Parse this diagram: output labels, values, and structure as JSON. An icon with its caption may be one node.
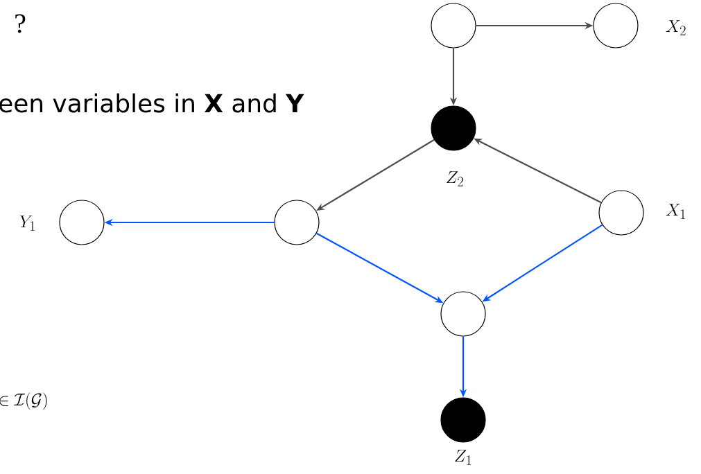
{
  "diagram": {
    "nodes": [
      {
        "text": [],
        "shape": "circle"
      },
      {
        "text": [],
        "shape": "circle",
        "beside": [
          "X_2"
        ]
      },
      {
        "text": [],
        "shape": "disk",
        "beside": [
          "Z_2"
        ]
      },
      {
        "text": [],
        "shape": "circle",
        "beside": [
          "Y_1"
        ]
      },
      {
        "text": [],
        "shape": "circle"
      },
      {
        "text": [],
        "shape": "circle",
        "beside": [
          "X_1"
        ]
      },
      {
        "text": [],
        "shape": "circle"
      },
      {
        "text": [],
        "shape": "disk",
        "beside": [
          "Z_1"
        ]
      }
    ],
    "edges": [
      {
        "from": 0,
        "to": 1,
        "arrow": "to",
        "color": "#4d4d4d"
      },
      {
        "from": 0,
        "to": 2,
        "arrow": "to",
        "color": "#4d4d4d"
      },
      {
        "from": 5,
        "to": 2,
        "arrow": "to",
        "color": "#4d4d4d"
      },
      {
        "from": 2,
        "to": 4,
        "arrow": "to",
        "color": "#4d4d4d"
      },
      {
        "from": 4,
        "to": 3,
        "arrow": "to",
        "color": "#0055ff"
      },
      {
        "from": 4,
        "to": 6,
        "arrow": "to",
        "color": "#0055ff"
      },
      {
        "from": 5,
        "to": 6,
        "arrow": "to",
        "color": "#0055ff"
      },
      {
        "from": 6,
        "to": 7,
        "arrow": "to",
        "color": "#0055ff"
      }
    ],
    "labels": [
      "?",
      "een variables in **X** and **Y**",
      "\\in \\mathcal{I}(\\mathcal{G})"
    ]
  }
}
